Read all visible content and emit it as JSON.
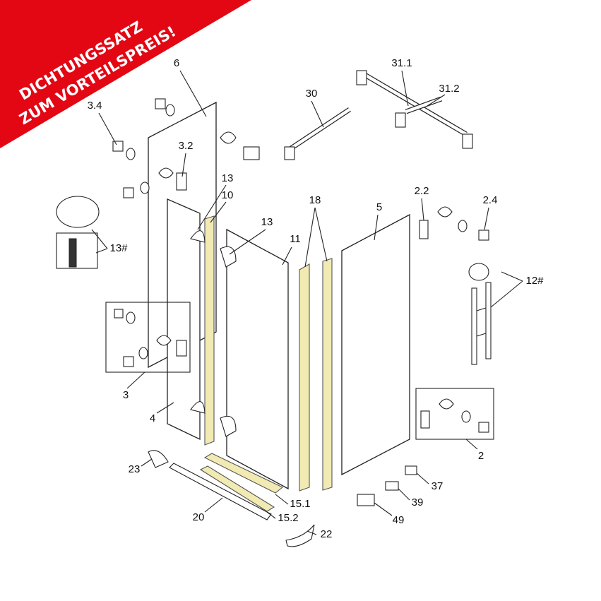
{
  "banner": {
    "line1": "DICHTUNGSSATZ",
    "line2": "ZUM VORTEILSPREIS!",
    "color": "#e30613"
  },
  "seal_color": "#f1ebb3",
  "labels": {
    "l3_4": "3.4",
    "l6": "6",
    "l3_2": "3.2",
    "l13a": "13",
    "l10": "10",
    "l13b": "13",
    "l11": "11",
    "l18": "18",
    "l5": "5",
    "l30": "30",
    "l31_1": "31.1",
    "l31_2": "31.2",
    "l2_2": "2.2",
    "l2_4": "2.4",
    "l12h": "12#",
    "l13h": "13#",
    "l3": "3",
    "l4": "4",
    "l2": "2",
    "l23": "23",
    "l20": "20",
    "l15_1": "15.1",
    "l15_2": "15.2",
    "l22": "22",
    "l37": "37",
    "l39": "39",
    "l49": "49"
  }
}
